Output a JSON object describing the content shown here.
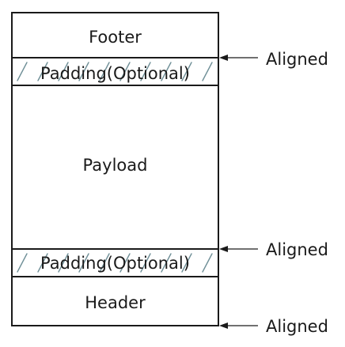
{
  "diagram": {
    "blocks": {
      "footer": "Footer",
      "padding_top": "Padding(Optional)",
      "payload": "Payload",
      "padding_bottom": "Padding(Optional)",
      "header": "Header"
    },
    "markers": [
      "Aligned",
      "Aligned",
      "Aligned"
    ]
  }
}
